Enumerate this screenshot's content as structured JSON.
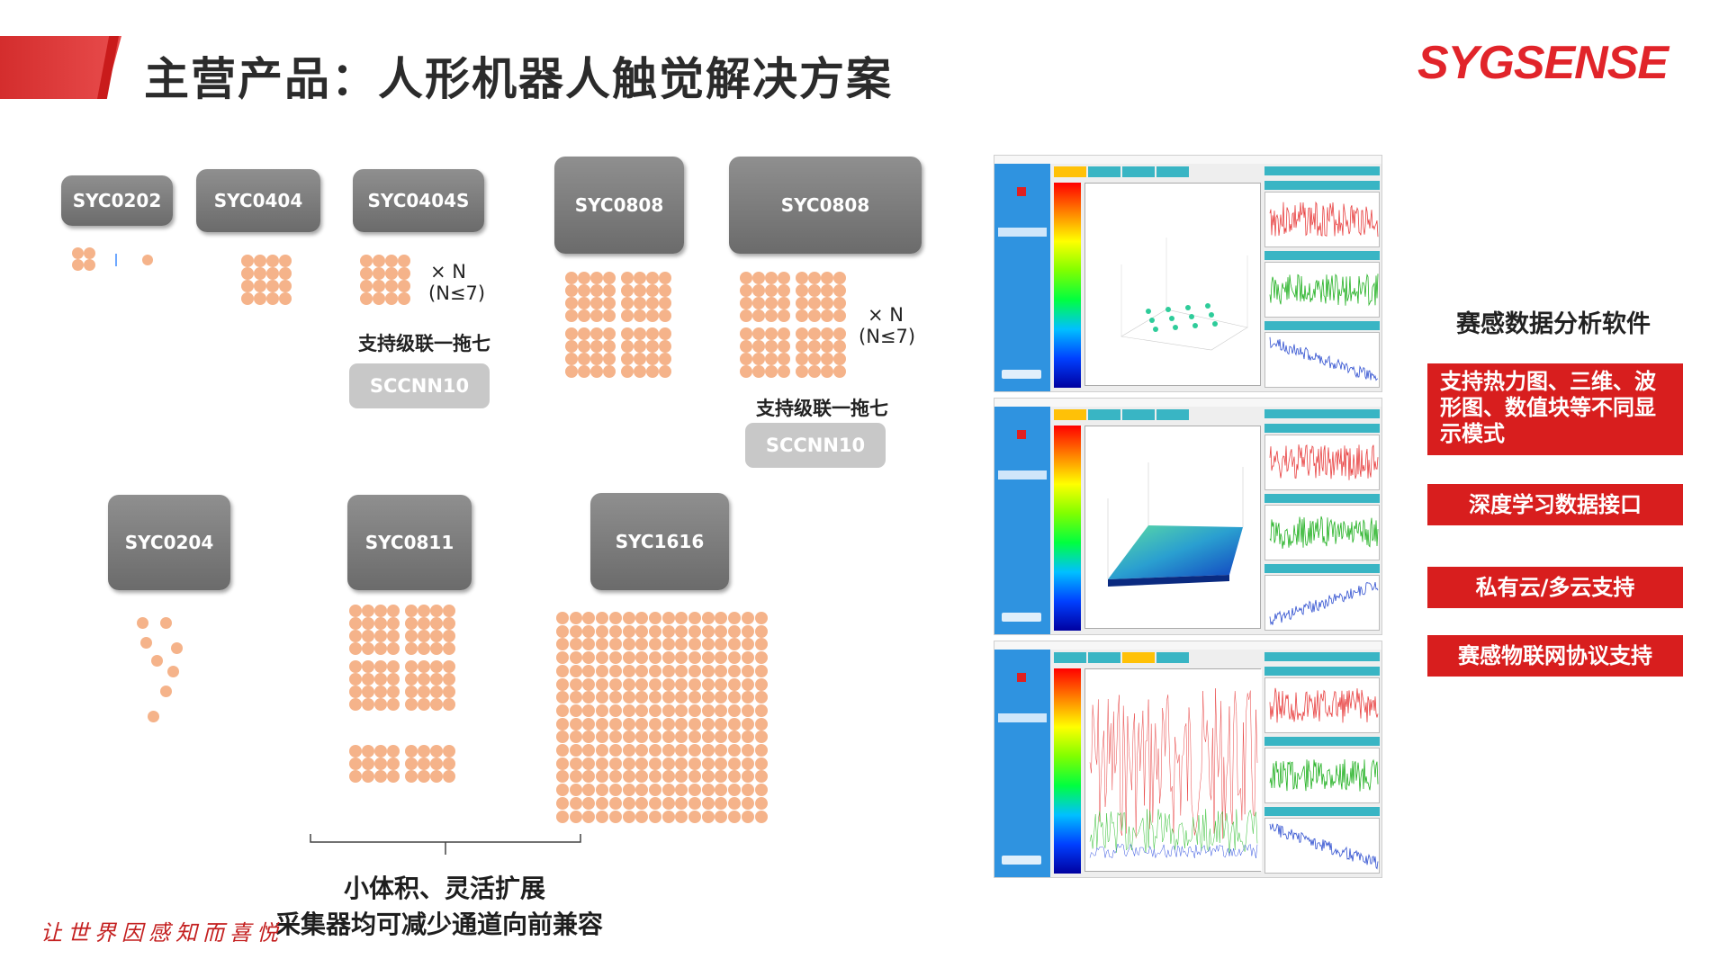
{
  "header": {
    "title": "主营产品：人形机器人触觉解决方案",
    "logo": "SYGSENSE"
  },
  "products": {
    "syc0202": "SYC0202",
    "syc0404": "SYC0404",
    "syc0404s": "SYC0404S",
    "syc0808a": "SYC0808",
    "syc0808b": "SYC0808",
    "syc0204": "SYC0204",
    "syc0811": "SYC0811",
    "syc1616": "SYC1616"
  },
  "multiplier": {
    "a_line1": "× N",
    "a_line2": "(N≤7)",
    "b_line1": "× N",
    "b_line2": "(N≤7)"
  },
  "cascade": {
    "a": "支持级联一拖七",
    "b": "支持级联一拖七"
  },
  "sccnn": {
    "a": "SCCNN10",
    "b": "SCCNN10"
  },
  "bottom": {
    "line1": "小体积、灵活扩展",
    "line2": "采集器均可减少通道向前兼容"
  },
  "slogan": "让世界因感知而喜悦",
  "software": {
    "title": "赛感数据分析软件",
    "features": [
      "支持热力图、三维、波形图、数值块等不同显示模式",
      "深度学习数据接口",
      "私有云/多云支持",
      "赛感物联网协议支持"
    ]
  },
  "colors": {
    "brand_red": "#d81e1e",
    "dot_orange": "#f5b38a",
    "box_gray": "#7d7d7d",
    "sw_blue": "#2f93e0",
    "sw_teal": "#39b5c4"
  }
}
